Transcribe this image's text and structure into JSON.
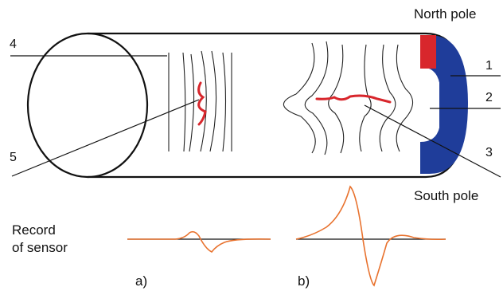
{
  "labels": {
    "north_pole": "North pole",
    "south_pole": "South pole",
    "n1": "1",
    "n2": "2",
    "n3": "3",
    "n4": "4",
    "n5": "5",
    "record_line1": "Record",
    "record_line2": "of sensor",
    "panel_a": "a)",
    "panel_b": "b)"
  },
  "colors": {
    "outline": "#111111",
    "magnet_blue": "#1f3d9a",
    "magnet_red": "#d8262c",
    "flaw_red": "#d8262c",
    "signal_orange": "#e8722e"
  }
}
